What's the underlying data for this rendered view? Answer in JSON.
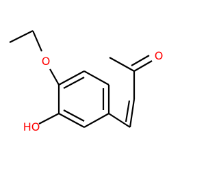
{
  "structure": {
    "atoms": {
      "ether_oxygen": "O",
      "hydroxyl": "HO",
      "ketone_oxygen": "O"
    },
    "colors": {
      "bond": "#000000",
      "oxygen": "#ff0000"
    }
  }
}
